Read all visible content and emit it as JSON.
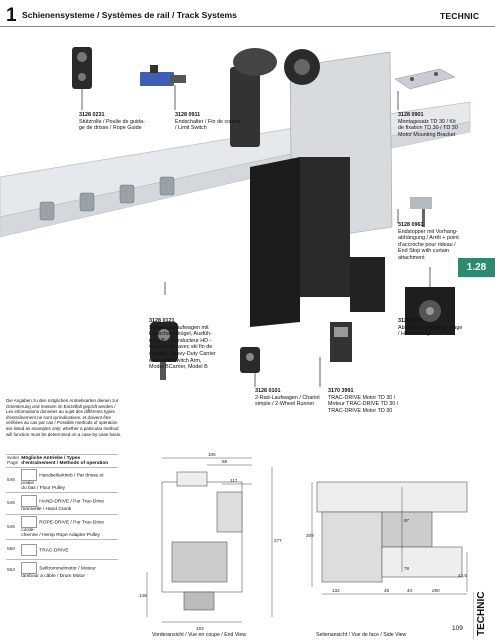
{
  "header": {
    "number": "1",
    "title": "Schienensysteme / Systèmes de rail / Track Systems",
    "brand": "TECHNIC"
  },
  "section_tab": "1.28",
  "side_tab": "TECHNIC",
  "page_number": "109",
  "products": [
    {
      "code": "3128 0231",
      "desc": "Stützrolle / Poulie de guida-\nge de drisse / Rope Guide"
    },
    {
      "code": "3128 0911",
      "desc": "Endschalter / Fin de course\n/ Limit Switch"
    },
    {
      "code": "3128 0901",
      "desc": "Montagesatz TD 30 / Kit\nde fixation TD 30 / TD 30\nMotor Mounting Bracket"
    },
    {
      "code": "3128 0961",
      "desc": "Endstopper mit Vorhang-\nabhängung / Arrêt + point\nd'accroche pour rideau /\nEnd Stop with curtain\nattachment"
    },
    {
      "code": "3128 0121",
      "desc": "Schwerlastlaufwagen mit\nEndschalterbügel, Ausfüh-\nrung B, / Conducteur HD -\nvariante B - avec ski fin de\ncourse / Heavy-Duty Carrier\nwith Limit Switch Arm,\nModel BCarrier, Model B"
    },
    {
      "code": "3128 0101",
      "desc": "2-Rad-Laufwagen / Chariot\nsimple / 2-Wheel Runner"
    },
    {
      "code": "3170 3991",
      "desc": "TRAC-DRIVE Motor TD 30 /\nMoteur TRAC-DRIVE TD 30 /\nTRAC-DRIVE Motor TD 30"
    },
    {
      "code": "3128 0211",
      "desc": "Ablatrolle / Poulie de tirage\n/ Head Pulley"
    }
  ],
  "note": "Die Angaben zu den möglichen Antriebsarten dienen zur Orientierung und müssen im Einzelfall geprüft werden / Les informations données au sujet des différents types d'entraînement ne sont qu'indicatives, et doivent être vérifiées au cas par cas / Possible methods of operation are listed as examples only: whether a particular method will function must be determined on a case-by-case basis.",
  "drive_table": {
    "col1_header": "Seite/\nPage",
    "col2_header": "Mögliche Antriebe / Types\nd'entraînement / Methods of operation",
    "rows": [
      {
        "page": "546",
        "text": "Handseilantrieb / Par drisse et poulie\ndu bas / Floor Pulley"
      },
      {
        "page": "546",
        "text": "HAND-DRIVE / Par Trac-Drive\nmanivelle / Hand Crank"
      },
      {
        "page": "546",
        "text": "ROPE-DRIVE / Par Trac-Drive corde-\nchienne / Hemp Rope Adapter Pulley"
      },
      {
        "page": "550",
        "text": "TRAC-DRIVE"
      },
      {
        "page": "552",
        "text": "Seiltrommelmotor / Moteur\ntambour à câble / Drum Motor"
      }
    ]
  },
  "drawing": {
    "dims_front": [
      "105",
      "58",
      "117",
      "277",
      "148",
      "193"
    ],
    "dims_side": [
      "209",
      "97",
      "78",
      "132",
      "45",
      "44",
      "290",
      "43,5"
    ],
    "front_label": "Vorderansicht / Vue en coupe / End View",
    "side_label": "Seitenansicht / Vue de face / Side View"
  },
  "colors": {
    "accent": "#2d8a6e",
    "dark": "#1c1c1c",
    "metal": "#c9cdd2"
  }
}
